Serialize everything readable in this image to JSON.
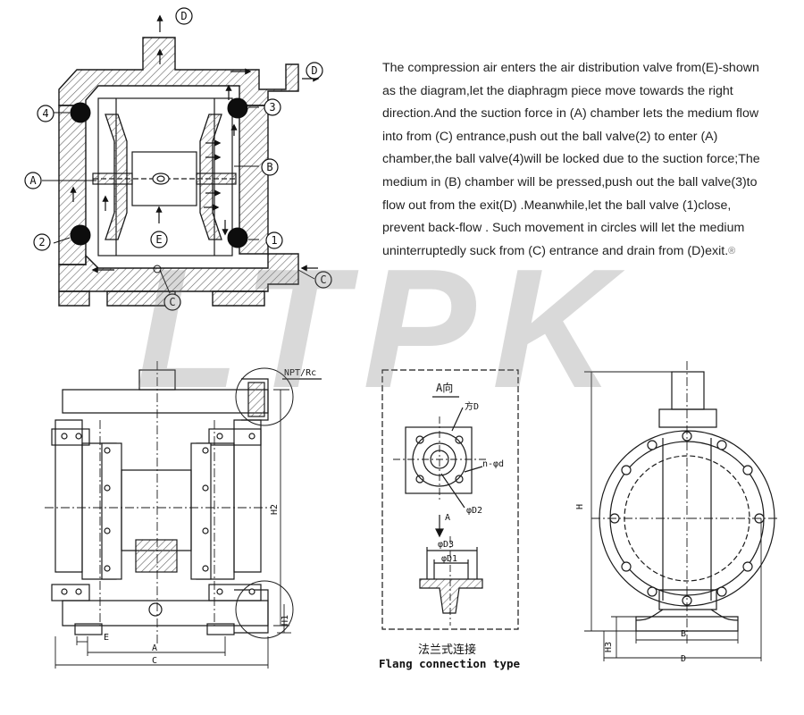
{
  "description": "The compression air enters the air distribution valve from(E)-shown as the diagram,let the diaphragm piece move towards the right direction.And the suction force in (A) chamber lets the medium flow into from (C) entrance,push out the ball valve(2) to enter (A) chamber,the ball valve(4)will be locked due to the suction force;The medium in (B) chamber will be pressed,push out the ball valve(3)to flow out from the exit(D) .Meanwhile,let the ball valve (1)close, prevent back-flow . Such movement in circles will let the medium uninterruptedly suck from (C) entrance and drain from (D)exit.",
  "registered_mark": "®",
  "watermark": "LTPK",
  "schematic_labels": {
    "d_top": "D",
    "d_right": "D",
    "a": "A",
    "b": "B",
    "c_bottom": "C",
    "c_right": "C",
    "e": "E",
    "ball_1": "1",
    "ball_2": "2",
    "ball_3": "3",
    "ball_4": "4"
  },
  "front_view": {
    "thread": "NPT/Rc",
    "h1": "H1",
    "h2": "H2",
    "e": "E",
    "a": "A",
    "c": "C"
  },
  "flange_view": {
    "direction_label": "A向",
    "square": "方D",
    "holes": "n-φd",
    "d2": "φD2",
    "arrow": "A",
    "d3": "φD3",
    "d1": "φD1"
  },
  "side_view": {
    "h": "H",
    "h3": "H3",
    "b": "B",
    "d": "D"
  },
  "captions": {
    "cn": "法兰式连接",
    "en": "Flang connection type"
  },
  "colors": {
    "line": "#1a1a1a",
    "hatch": "#555555",
    "watermark": "#9a9a9a"
  }
}
